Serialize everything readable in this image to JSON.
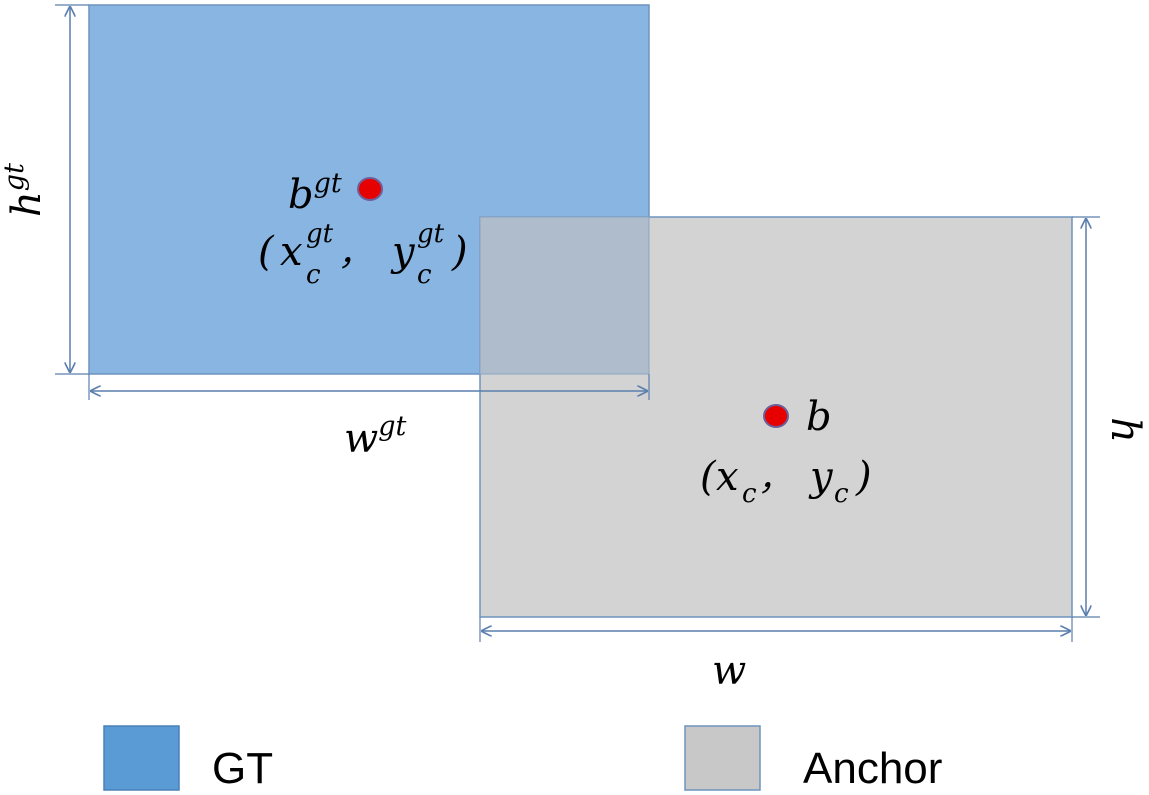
{
  "colors": {
    "gt_box": "#88b5e1",
    "anchor_box": "#d3d3d3",
    "overlap": "#aebccb",
    "box_border": "#6f93bd",
    "dimension_line": "#5b7fae",
    "center_point": "#e60000",
    "center_point_border": "#6d5e9a",
    "legend_gt": "#5b9bd5",
    "legend_anchor": "#c8c8c8"
  },
  "gt": {
    "width_label": {
      "base": "w",
      "sup": "gt"
    },
    "height_label": {
      "base": "h",
      "sup": "gt"
    },
    "center_label": {
      "base": "b",
      "sup": "gt"
    },
    "center_coords": {
      "open": "(",
      "x_base": "x",
      "x_sub": "c",
      "x_sup": "gt",
      "sep": "，",
      "y_base": "y",
      "y_sub": "c",
      "y_sup": "gt",
      "close": ")"
    }
  },
  "anchor": {
    "width_label": "w",
    "height_label": "h",
    "center_label": "b",
    "center_coords": {
      "open": "(",
      "x_base": "x",
      "x_sub": "c",
      "sep": "，",
      "y_base": "y",
      "y_sub": "c",
      "close": ")"
    }
  },
  "legend": {
    "items": [
      {
        "label": "GT",
        "color_key": "legend_gt"
      },
      {
        "label": "Anchor",
        "color_key": "legend_anchor"
      }
    ]
  }
}
